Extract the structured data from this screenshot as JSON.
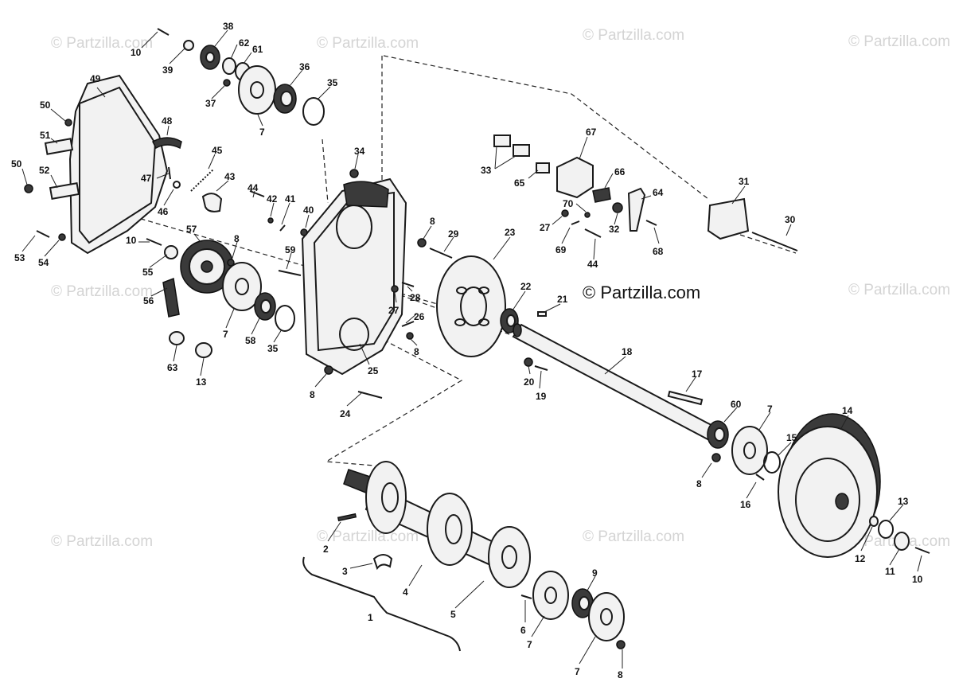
{
  "diagram": {
    "watermark_text": "© Partzilla.com",
    "center_watermark_text": "© Partzilla.com",
    "callouts": [
      {
        "id": "c10a",
        "text": "10"
      },
      {
        "id": "c38",
        "text": "38"
      },
      {
        "id": "c62",
        "text": "62"
      },
      {
        "id": "c61",
        "text": "61"
      },
      {
        "id": "c39",
        "text": "39"
      },
      {
        "id": "c36",
        "text": "36"
      },
      {
        "id": "c35a",
        "text": "35"
      },
      {
        "id": "c37",
        "text": "37"
      },
      {
        "id": "c7a",
        "text": "7"
      },
      {
        "id": "c49",
        "text": "49"
      },
      {
        "id": "c50a",
        "text": "50"
      },
      {
        "id": "c51",
        "text": "51"
      },
      {
        "id": "c48",
        "text": "48"
      },
      {
        "id": "c45",
        "text": "45"
      },
      {
        "id": "c47",
        "text": "47"
      },
      {
        "id": "c43",
        "text": "43"
      },
      {
        "id": "c46",
        "text": "46"
      },
      {
        "id": "c50b",
        "text": "50"
      },
      {
        "id": "c52",
        "text": "52"
      },
      {
        "id": "c34",
        "text": "34"
      },
      {
        "id": "c44a",
        "text": "44"
      },
      {
        "id": "c42",
        "text": "42"
      },
      {
        "id": "c41",
        "text": "41"
      },
      {
        "id": "c40",
        "text": "40"
      },
      {
        "id": "c8a",
        "text": "8"
      },
      {
        "id": "c29",
        "text": "29"
      },
      {
        "id": "c57",
        "text": "57"
      },
      {
        "id": "c8b",
        "text": "8"
      },
      {
        "id": "c10b",
        "text": "10"
      },
      {
        "id": "c53",
        "text": "53"
      },
      {
        "id": "c54",
        "text": "54"
      },
      {
        "id": "c55",
        "text": "55"
      },
      {
        "id": "c59",
        "text": "59"
      },
      {
        "id": "c56",
        "text": "56"
      },
      {
        "id": "c7b",
        "text": "7"
      },
      {
        "id": "c58",
        "text": "58"
      },
      {
        "id": "c35b",
        "text": "35"
      },
      {
        "id": "c63",
        "text": "63"
      },
      {
        "id": "c13a",
        "text": "13"
      },
      {
        "id": "c27a",
        "text": "27"
      },
      {
        "id": "c28",
        "text": "28"
      },
      {
        "id": "c26",
        "text": "26"
      },
      {
        "id": "c8c",
        "text": "8"
      },
      {
        "id": "c25",
        "text": "25"
      },
      {
        "id": "c8d",
        "text": "8"
      },
      {
        "id": "c24",
        "text": "24"
      },
      {
        "id": "c23",
        "text": "23"
      },
      {
        "id": "c22",
        "text": "22"
      },
      {
        "id": "c21",
        "text": "21"
      },
      {
        "id": "c20",
        "text": "20"
      },
      {
        "id": "c19",
        "text": "19"
      },
      {
        "id": "c18",
        "text": "18"
      },
      {
        "id": "c17",
        "text": "17"
      },
      {
        "id": "c67",
        "text": "67"
      },
      {
        "id": "c33",
        "text": "33"
      },
      {
        "id": "c65",
        "text": "65"
      },
      {
        "id": "c66",
        "text": "66"
      },
      {
        "id": "c70",
        "text": "70"
      },
      {
        "id": "c64",
        "text": "64"
      },
      {
        "id": "c27b",
        "text": "27"
      },
      {
        "id": "c32",
        "text": "32"
      },
      {
        "id": "c69",
        "text": "69"
      },
      {
        "id": "c44b",
        "text": "44"
      },
      {
        "id": "c68",
        "text": "68"
      },
      {
        "id": "c31",
        "text": "31"
      },
      {
        "id": "c30",
        "text": "30"
      },
      {
        "id": "c14",
        "text": "14"
      },
      {
        "id": "c60",
        "text": "60"
      },
      {
        "id": "c7c",
        "text": "7"
      },
      {
        "id": "c15",
        "text": "15"
      },
      {
        "id": "c8e",
        "text": "8"
      },
      {
        "id": "c16",
        "text": "16"
      },
      {
        "id": "c13b",
        "text": "13"
      },
      {
        "id": "c12",
        "text": "12"
      },
      {
        "id": "c11",
        "text": "11"
      },
      {
        "id": "c10c",
        "text": "10"
      },
      {
        "id": "c2",
        "text": "2"
      },
      {
        "id": "c3",
        "text": "3"
      },
      {
        "id": "c4",
        "text": "4"
      },
      {
        "id": "c1",
        "text": "1"
      },
      {
        "id": "c5",
        "text": "5"
      },
      {
        "id": "c9",
        "text": "9"
      },
      {
        "id": "c6",
        "text": "6"
      },
      {
        "id": "c7d",
        "text": "7"
      },
      {
        "id": "c7e",
        "text": "7"
      },
      {
        "id": "c8f",
        "text": "8"
      }
    ]
  }
}
